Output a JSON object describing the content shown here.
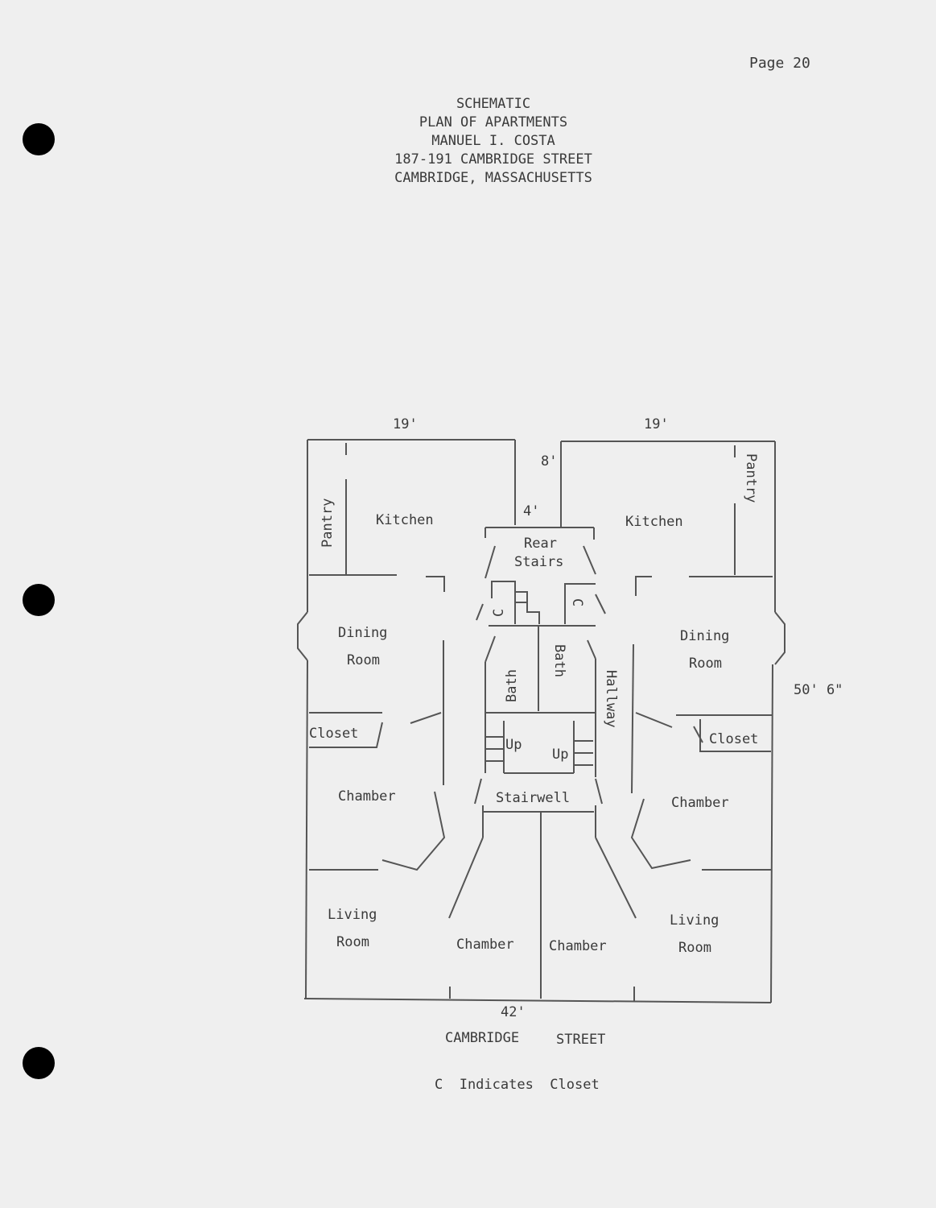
{
  "page_number": "Page 20",
  "title_lines": [
    "SCHEMATIC",
    "PLAN OF APARTMENTS",
    "MANUEL I. COSTA",
    "187-191 CAMBRIDGE STREET",
    "CAMBRIDGE, MASSACHUSETTS"
  ],
  "dimensions": {
    "left_width": "19'",
    "right_width": "19'",
    "gap_top": "8'",
    "gap_inner": "4'",
    "depth": "50' 6\"",
    "front_width": "42'"
  },
  "rooms": {
    "pantry_left": "Pantry",
    "kitchen_left": "Kitchen",
    "kitchen_right": "Kitchen",
    "pantry_right": "Pantry",
    "rear_stairs_1": "Rear",
    "rear_stairs_2": "Stairs",
    "closet_c_left": "C",
    "closet_c_right": "C",
    "dining_left_1": "Dining",
    "dining_left_2": "Room",
    "dining_right_1": "Dining",
    "dining_right_2": "Room",
    "bath_left": "Bath",
    "bath_right": "Bath",
    "hallway": "Hallway",
    "closet_left": "Closet",
    "closet_right": "Closet",
    "up_left": "Up",
    "up_right": "Up",
    "stairwell": "Stairwell",
    "chamber_left": "Chamber",
    "chamber_right": "Chamber",
    "living_left_1": "Living",
    "living_left_2": "Room",
    "living_right_1": "Living",
    "living_right_2": "Room",
    "chamber_front_left": "Chamber",
    "chamber_front_right": "Chamber"
  },
  "street_label_1": "CAMBRIDGE",
  "street_label_2": "STREET",
  "legend": "C  Indicates  Closet"
}
